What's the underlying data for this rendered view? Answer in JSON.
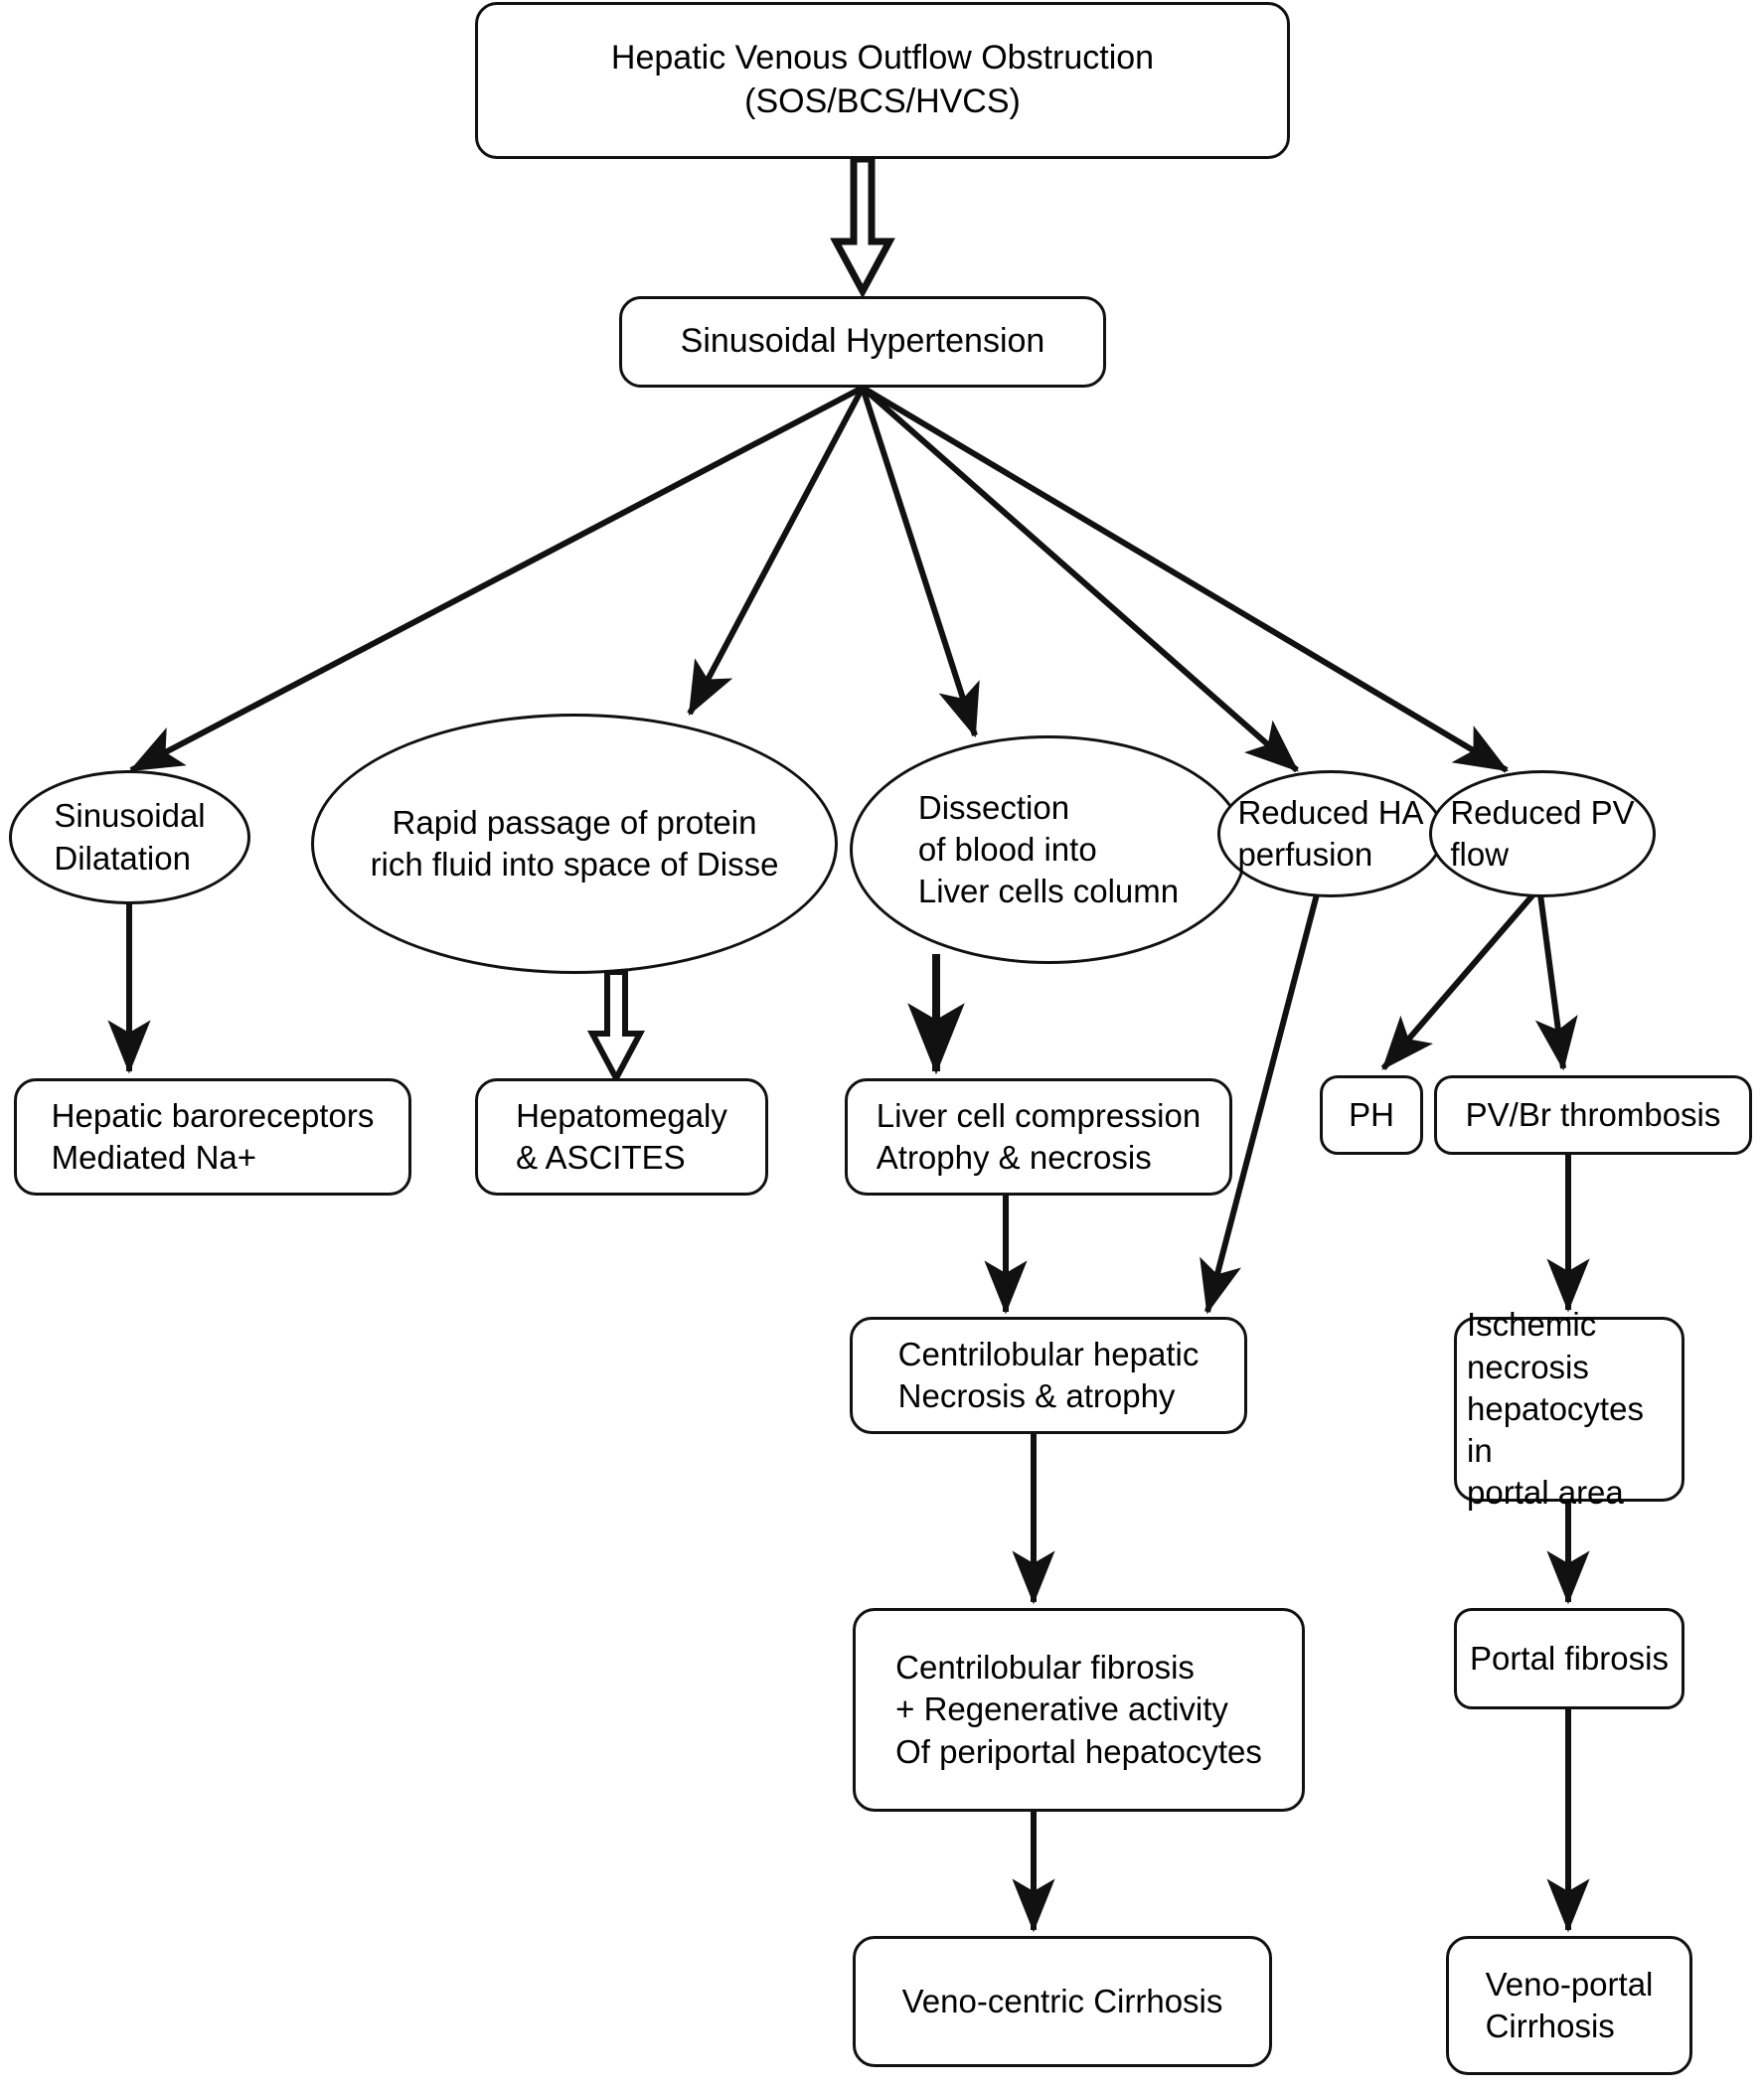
{
  "diagram": {
    "title": "Pathophysiology of Hepatic Venous Outflow Obstruction",
    "background_color": "#ffffff",
    "stroke_color": "#111111",
    "nodes": [
      {
        "id": "hvoo",
        "label": "Hepatic Venous Outflow Obstruction\n(SOS/BCS/HVCS)",
        "shape": "rounded-rect"
      },
      {
        "id": "sinusoidal-hypertension",
        "label": "Sinusoidal Hypertension",
        "shape": "rounded-rect"
      },
      {
        "id": "sinusoidal-dilatation",
        "label": "Sinusoidal\nDilatation",
        "shape": "ellipse"
      },
      {
        "id": "rapid-passage",
        "label": "Rapid passage of protein\nrich fluid into space of Disse",
        "shape": "ellipse"
      },
      {
        "id": "dissection-blood",
        "label": "Dissection\nof blood into\nLiver cells column",
        "shape": "ellipse"
      },
      {
        "id": "reduced-ha-perfusion",
        "label": "Reduced HA\nperfusion",
        "shape": "ellipse"
      },
      {
        "id": "reduced-pv-flow",
        "label": "Reduced PV\nflow",
        "shape": "ellipse"
      },
      {
        "id": "hepatic-baroreceptors",
        "label": "Hepatic baroreceptors\nMediated Na+",
        "shape": "rounded-rect"
      },
      {
        "id": "hepatomegaly-ascites",
        "label": "Hepatomegaly\n& ASCITES",
        "shape": "rounded-rect"
      },
      {
        "id": "liver-cell-compression",
        "label": "Liver cell compression\nAtrophy & necrosis",
        "shape": "rounded-rect"
      },
      {
        "id": "ph",
        "label": "PH",
        "shape": "rounded-rect"
      },
      {
        "id": "pv-br-thrombosis",
        "label": "PV/Br thrombosis",
        "shape": "rounded-rect"
      },
      {
        "id": "centrilobular-necrosis",
        "label": "Centrilobular hepatic\nNecrosis & atrophy",
        "shape": "rounded-rect"
      },
      {
        "id": "ischemic-necrosis",
        "label": "Ischemic\nnecrosis\nhepatocytes in\nportal area",
        "shape": "rounded-rect"
      },
      {
        "id": "centrilobular-fibrosis",
        "label": "Centrilobular fibrosis\n+ Regenerative activity\nOf periportal hepatocytes",
        "shape": "rounded-rect"
      },
      {
        "id": "portal-fibrosis",
        "label": "Portal fibrosis",
        "shape": "rounded-rect"
      },
      {
        "id": "veno-centric-cirrhosis",
        "label": "Veno-centric Cirrhosis",
        "shape": "rounded-rect"
      },
      {
        "id": "veno-portal-cirrhosis",
        "label": "Veno-portal\nCirrhosis",
        "shape": "rounded-rect"
      }
    ],
    "edges": [
      {
        "from": "hvoo",
        "to": "sinusoidal-hypertension",
        "style": "hollow"
      },
      {
        "from": "sinusoidal-hypertension",
        "to": "sinusoidal-dilatation",
        "style": "solid"
      },
      {
        "from": "sinusoidal-hypertension",
        "to": "rapid-passage",
        "style": "solid"
      },
      {
        "from": "sinusoidal-hypertension",
        "to": "dissection-blood",
        "style": "solid"
      },
      {
        "from": "sinusoidal-hypertension",
        "to": "reduced-ha-perfusion",
        "style": "solid"
      },
      {
        "from": "sinusoidal-hypertension",
        "to": "reduced-pv-flow",
        "style": "solid"
      },
      {
        "from": "sinusoidal-dilatation",
        "to": "hepatic-baroreceptors",
        "style": "solid"
      },
      {
        "from": "rapid-passage",
        "to": "hepatomegaly-ascites",
        "style": "hollow"
      },
      {
        "from": "dissection-blood",
        "to": "liver-cell-compression",
        "style": "solid"
      },
      {
        "from": "liver-cell-compression",
        "to": "centrilobular-necrosis",
        "style": "solid"
      },
      {
        "from": "reduced-ha-perfusion",
        "to": "centrilobular-necrosis",
        "style": "solid"
      },
      {
        "from": "reduced-pv-flow",
        "to": "ph",
        "style": "solid"
      },
      {
        "from": "reduced-pv-flow",
        "to": "pv-br-thrombosis",
        "style": "solid"
      },
      {
        "from": "pv-br-thrombosis",
        "to": "ischemic-necrosis",
        "style": "solid"
      },
      {
        "from": "centrilobular-necrosis",
        "to": "centrilobular-fibrosis",
        "style": "solid"
      },
      {
        "from": "ischemic-necrosis",
        "to": "portal-fibrosis",
        "style": "solid"
      },
      {
        "from": "centrilobular-fibrosis",
        "to": "veno-centric-cirrhosis",
        "style": "solid"
      },
      {
        "from": "portal-fibrosis",
        "to": "veno-portal-cirrhosis",
        "style": "solid"
      }
    ]
  }
}
